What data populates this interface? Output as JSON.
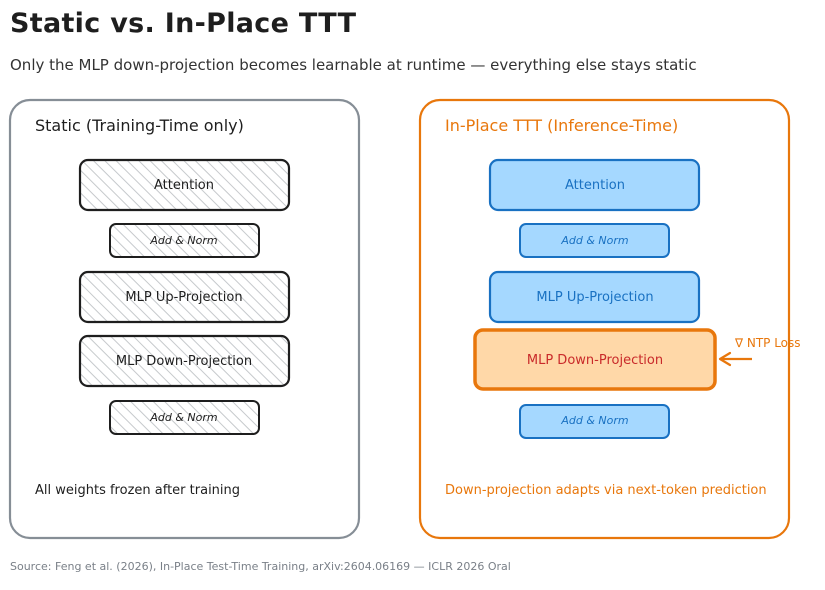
{
  "header": {
    "title": "Static vs. In-Place TTT",
    "subtitle": "Only the MLP down-projection becomes learnable at runtime — everything else stays static"
  },
  "left_panel": {
    "title": "Static (Training-Time only)",
    "blocks": {
      "attention": "Attention",
      "add_norm_1": "Add & Norm",
      "mlp_up": "MLP Up-Projection",
      "mlp_down": "MLP Down-Projection",
      "add_norm_2": "Add & Norm"
    },
    "footer": "All weights frozen after training"
  },
  "right_panel": {
    "title": "In-Place TTT (Inference-Time)",
    "blocks": {
      "attention": "Attention",
      "add_norm_1": "Add & Norm",
      "mlp_up": "MLP Up-Projection",
      "mlp_down": "MLP Down-Projection",
      "add_norm_2": "Add & Norm"
    },
    "gradient_label": "∇ NTP Loss",
    "footer": "Down-projection adapts via next-token prediction"
  },
  "source": "Source: Feng et al. (2026), In-Place Test-Time Training, arXiv:2604.06169 — ICLR 2026 Oral",
  "colors": {
    "static_border": "#868e96",
    "static_fill": "#ffffff",
    "static_hatch": "#c6c9cc",
    "ttt_border": "#e8770c",
    "ttt_title": "#e8770c",
    "frozen_block_fill": "#a5d8ff",
    "frozen_block_text": "#1971c2",
    "frozen_block_stroke": "#1971c2",
    "learnable_block_fill": "#ffd8a8",
    "learnable_block_stroke": "#e8770c",
    "learnable_block_text": "#c92a2a",
    "text_dark": "#1e1e1e"
  }
}
